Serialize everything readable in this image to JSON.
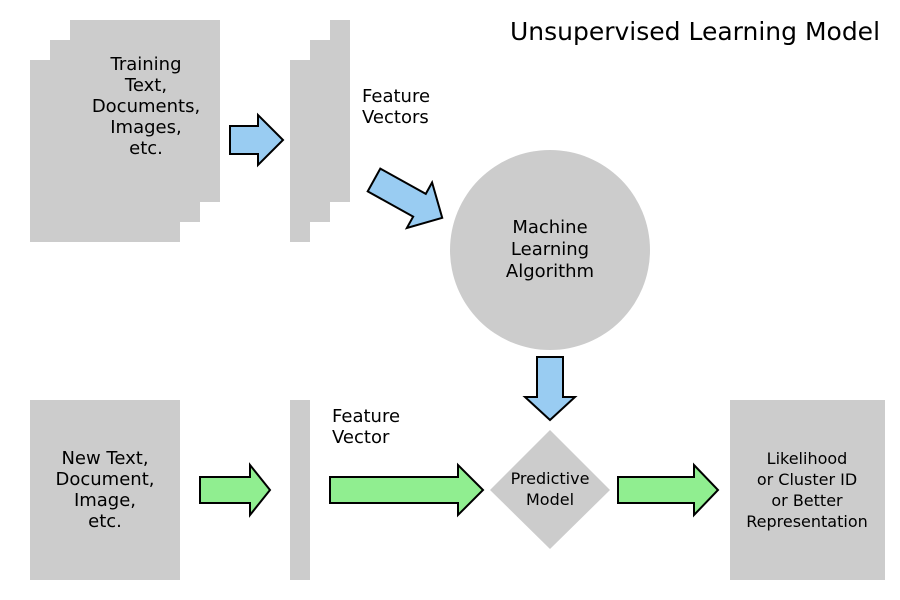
{
  "title": "Unsupervised Learning Model",
  "colors": {
    "background": "#ffffff",
    "shape": "#cccccc",
    "blue": "#99ccf2",
    "green": "#90ee90",
    "outline": "#000000"
  },
  "labels": {
    "training_documents": "Training\nText,\nDocuments,\nImages,\netc.",
    "feature_vectors": "Feature\nVectors",
    "machine_learning_algorithm": "Machine\nLearning\nAlgorithm",
    "predictive_model": "Predictive\nModel",
    "new_document": "New Text,\nDocument,\nImage,\netc.",
    "feature_vector": "Feature\nVector",
    "output": "Likelihood\nor Cluster ID\nor Better\nRepresentation"
  }
}
